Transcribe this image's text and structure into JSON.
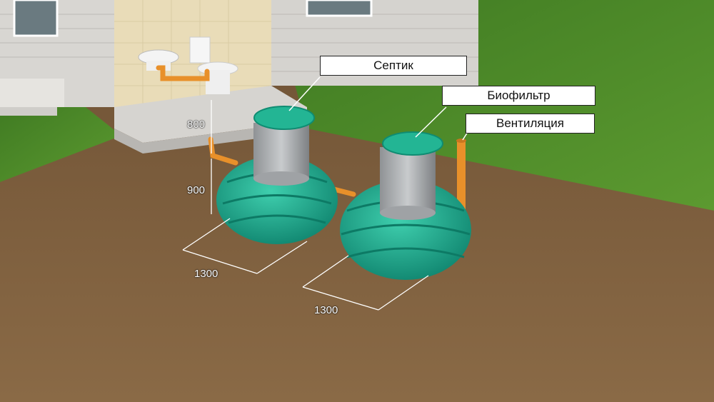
{
  "labels": {
    "septic": "Септик",
    "biofilter": "Биофильтр",
    "ventilation": "Вентиляция"
  },
  "dimensions": {
    "depth_top": "800",
    "depth_tank": "900",
    "length_tank1": "1300",
    "length_tank2": "1300"
  },
  "colors": {
    "tank": "#1aa58c",
    "pipe": "#e8902a",
    "soil": "#7a5a3a",
    "grass": "#4f8f2a",
    "wall": "#e0ddd8"
  }
}
